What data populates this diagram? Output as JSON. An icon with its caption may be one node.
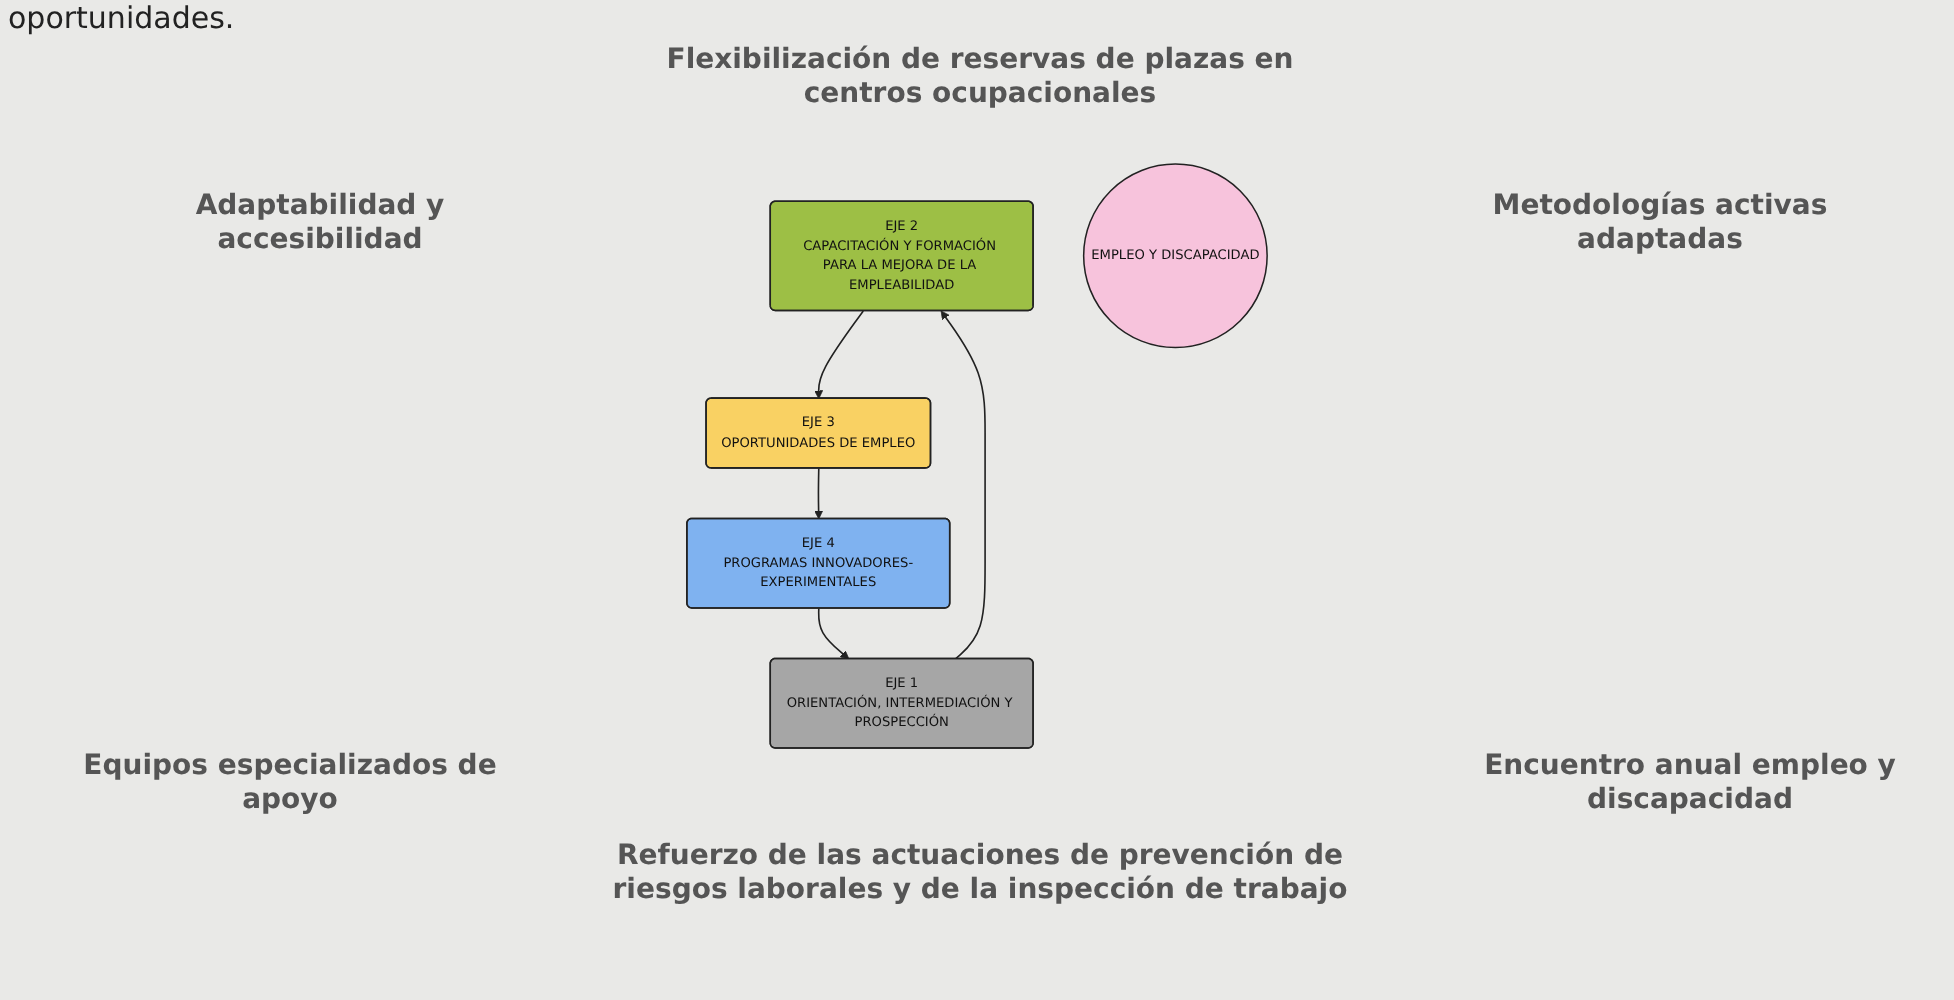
{
  "diagram": {
    "nodes": [
      {
        "text": [
          "EJE 2",
          "CAPACITACIÓN Y FORMACIÓN PARA LA MEJORA DE LA EMPLEABILIDAD"
        ]
      },
      {
        "text": [
          "EJE 1",
          "ORIENTACIÓN, INTERMEDIACIÓN Y PROSPECCIÓN"
        ]
      },
      {
        "text": [
          "EMPLEO Y DISCAPACIDAD"
        ]
      },
      {
        "text": [
          "EJE 3",
          "OPORTUNIDADES DE EMPLEO"
        ]
      },
      {
        "text": [
          "EJE 4",
          "PROGRAMAS INNOVADORES-EXPERIMENTALES"
        ]
      }
    ],
    "edges": [
      {
        "from": 1,
        "to": 0,
        "arrow": "to"
      },
      {
        "from": 0,
        "to": 3,
        "arrow": "to"
      },
      {
        "from": 3,
        "to": 4,
        "arrow": "to"
      },
      {
        "from": 4,
        "to": 1,
        "arrow": "to"
      }
    ],
    "labels": [
      "oportunidades.",
      "Flexibilización de reservas de plazas en centros ocupacionales",
      "Adaptabilidad y accesibilidad",
      "Metodologías activas adaptadas",
      "Equipos especializados de apoyo",
      "Encuentro anual empleo y discapacidad",
      "Refuerzo de las actuaciones de prevención de riesgos laborales y de la inspección de trabajo"
    ]
  }
}
